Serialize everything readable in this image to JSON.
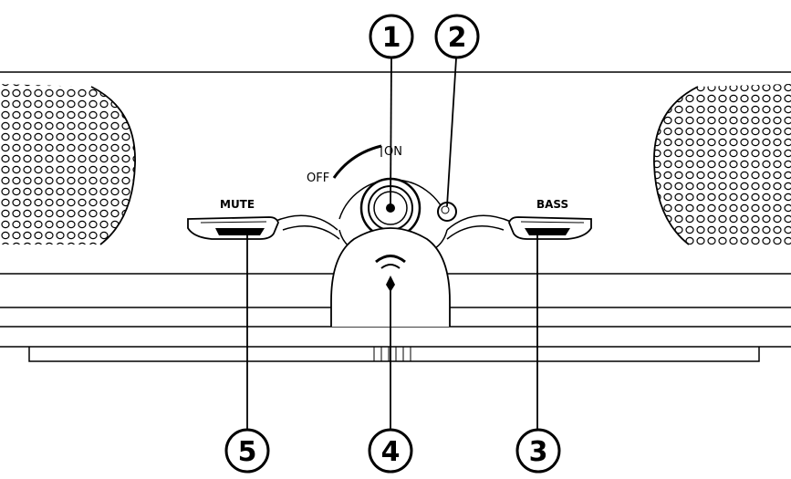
{
  "device_labels": {
    "on": "ON",
    "off": "OFF",
    "mute": "MUTE",
    "bass": "BASS"
  },
  "callouts": [
    {
      "id": "callout-1",
      "number": "1",
      "target": "volume-power-knob"
    },
    {
      "id": "callout-2",
      "number": "2",
      "target": "power-led"
    },
    {
      "id": "callout-3",
      "number": "3",
      "target": "bass-button"
    },
    {
      "id": "callout-4",
      "number": "4",
      "target": "headphone-jack"
    },
    {
      "id": "callout-5",
      "number": "5",
      "target": "mute-button"
    }
  ],
  "colors": {
    "line": "#000000",
    "background": "#ffffff"
  }
}
